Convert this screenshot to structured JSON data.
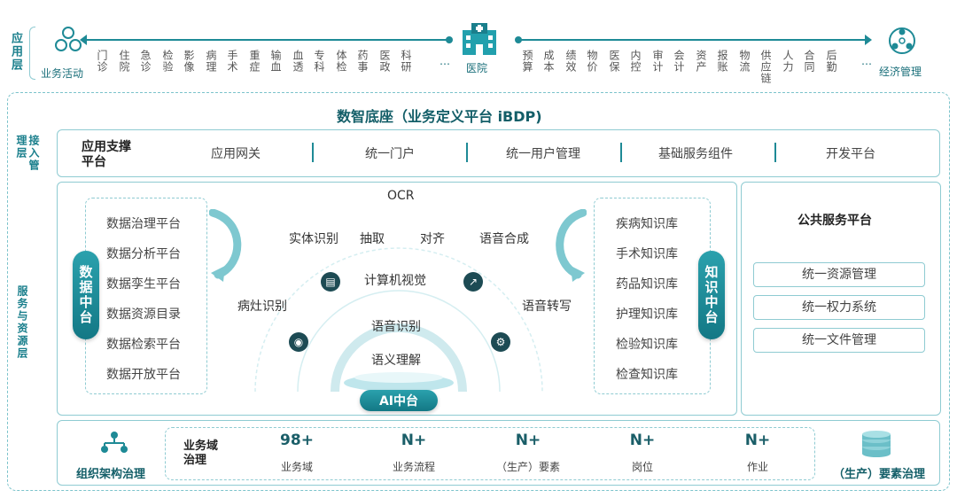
{
  "app_layer": {
    "label": "应用层",
    "activity_label": "业务活动",
    "left_items": [
      "门诊",
      "住院",
      "急诊",
      "检验",
      "影像",
      "病理",
      "手术",
      "重症",
      "输血",
      "血透",
      "专科",
      "体检",
      "药事",
      "医政",
      "科研"
    ],
    "ellipsis": "…",
    "center_label": "医院",
    "right_items": [
      "预算",
      "成本",
      "绩效",
      "物价",
      "医保",
      "内控",
      "审计",
      "会计",
      "资产",
      "报账",
      "物流",
      "供应链",
      "人力",
      "合同",
      "后勤"
    ],
    "right_label": "经济管理"
  },
  "platform": {
    "title": "数智底座（业务定义平台 iBDP)"
  },
  "access_layer": {
    "label": "接入管理层",
    "support_label": "应用支撑平台",
    "items": [
      "应用网关",
      "统一门户",
      "统一用户管理",
      "基础服务组件",
      "开发平台"
    ]
  },
  "service_layer": {
    "label": "服务与资源层",
    "data_center": {
      "pill": "数据中台",
      "items": [
        "数据治理平台",
        "数据分析平台",
        "数据孪生平台",
        "数据资源目录",
        "数据检索平台",
        "数据开放平台"
      ]
    },
    "ai_center": {
      "pill": "AI中台",
      "items": {
        "ocr": "OCR",
        "entity": "实体识别",
        "extract": "抽取",
        "align": "对齐",
        "tts": "语音合成",
        "cv": "计算机视觉",
        "lesion": "病灶识别",
        "asr_write": "语音转写",
        "asr": "语音识别",
        "nlu": "语义理解"
      }
    },
    "knowledge_center": {
      "pill": "知识中台",
      "items": [
        "疾病知识库",
        "手术知识库",
        "药品知识库",
        "护理知识库",
        "检验知识库",
        "检查知识库"
      ]
    },
    "public_service": {
      "title": "公共服务平台",
      "items": [
        "统一资源管理",
        "统一权力系统",
        "统一文件管理"
      ]
    }
  },
  "governance": {
    "left_label": "组织架构治理",
    "domain_label": "业务域治理",
    "metrics": [
      {
        "value": "98+",
        "label": "业务域"
      },
      {
        "value": "N+",
        "label": "业务流程"
      },
      {
        "value": "N+",
        "label": "（生产）要素"
      },
      {
        "value": "N+",
        "label": "岗位"
      },
      {
        "value": "N+",
        "label": "作业"
      }
    ],
    "right_label": "（生产）要素治理"
  },
  "colors": {
    "accent": "#1e8a96",
    "dark": "#135e68",
    "border": "#8fcbd2"
  },
  "icons": [
    "hexagon-cluster-icon",
    "hospital-icon",
    "network-icon",
    "org-chart-icon",
    "coin-stack-icon",
    "doc-icon",
    "chart-icon",
    "brain-icon",
    "gear-icon"
  ]
}
